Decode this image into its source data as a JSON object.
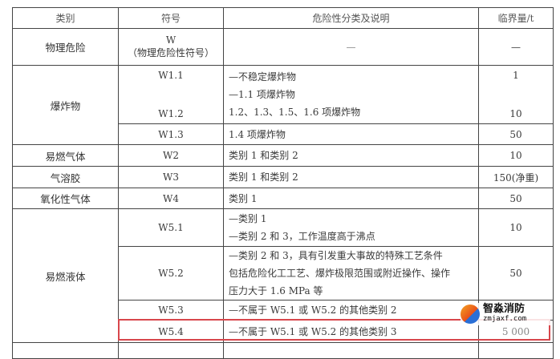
{
  "headers": [
    "类别",
    "符号",
    "危险性分类及说明",
    "临界量/t"
  ],
  "rows": {
    "physical": {
      "category": "物理危险",
      "symbol": "W",
      "symbol_note": "（物理危险性符号）",
      "desc": "—",
      "value": "—"
    },
    "explosive": {
      "category": "爆炸物",
      "w11": {
        "symbol": "W1.1",
        "desc1": "—不稳定爆炸物",
        "desc2": "—1.1 项爆炸物",
        "value": "1"
      },
      "w12": {
        "symbol": "W1.2",
        "desc": "1.2、1.3、1.5、1.6 项爆炸物",
        "value": "10"
      },
      "w13": {
        "symbol": "W1.3",
        "desc": "1.4 项爆炸物",
        "value": "50"
      }
    },
    "w2": {
      "category": "易燃气体",
      "symbol": "W2",
      "desc": "类别 1 和类别 2",
      "value": "10"
    },
    "w3": {
      "category": "气溶胶",
      "symbol": "W3",
      "desc": "类别 1 和类别 2",
      "value": "150(净重)"
    },
    "w4": {
      "category": "氧化性气体",
      "symbol": "W4",
      "desc": "类别 1",
      "value": "50"
    },
    "liquid": {
      "category": "易燃液体",
      "w51": {
        "symbol": "W5.1",
        "desc1": "—类别 1",
        "desc2": "—类别 2 和 3，工作温度高于沸点",
        "value": "10"
      },
      "w52": {
        "symbol": "W5.2",
        "desc1": "—类别 2 和 3，具有引发重大事故的特殊工艺条件",
        "desc2": "包括危险化工工艺、爆炸极限范围或附近操作、操作",
        "desc3": "压力大于 1.6 MPa 等",
        "value": "50"
      },
      "w53": {
        "symbol": "W5.3",
        "desc": "—不属于 W5.1 或 W5.2 的其他类别 2",
        "value": ""
      },
      "w54": {
        "symbol": "W5.4",
        "desc": "—不属于 W5.1 或 W5.2 的其他类别 3",
        "value": "5 000"
      }
    }
  },
  "highlight_color": "#d8474c",
  "watermark": {
    "name": "智淼消防",
    "url": "zmjaxf.com"
  }
}
